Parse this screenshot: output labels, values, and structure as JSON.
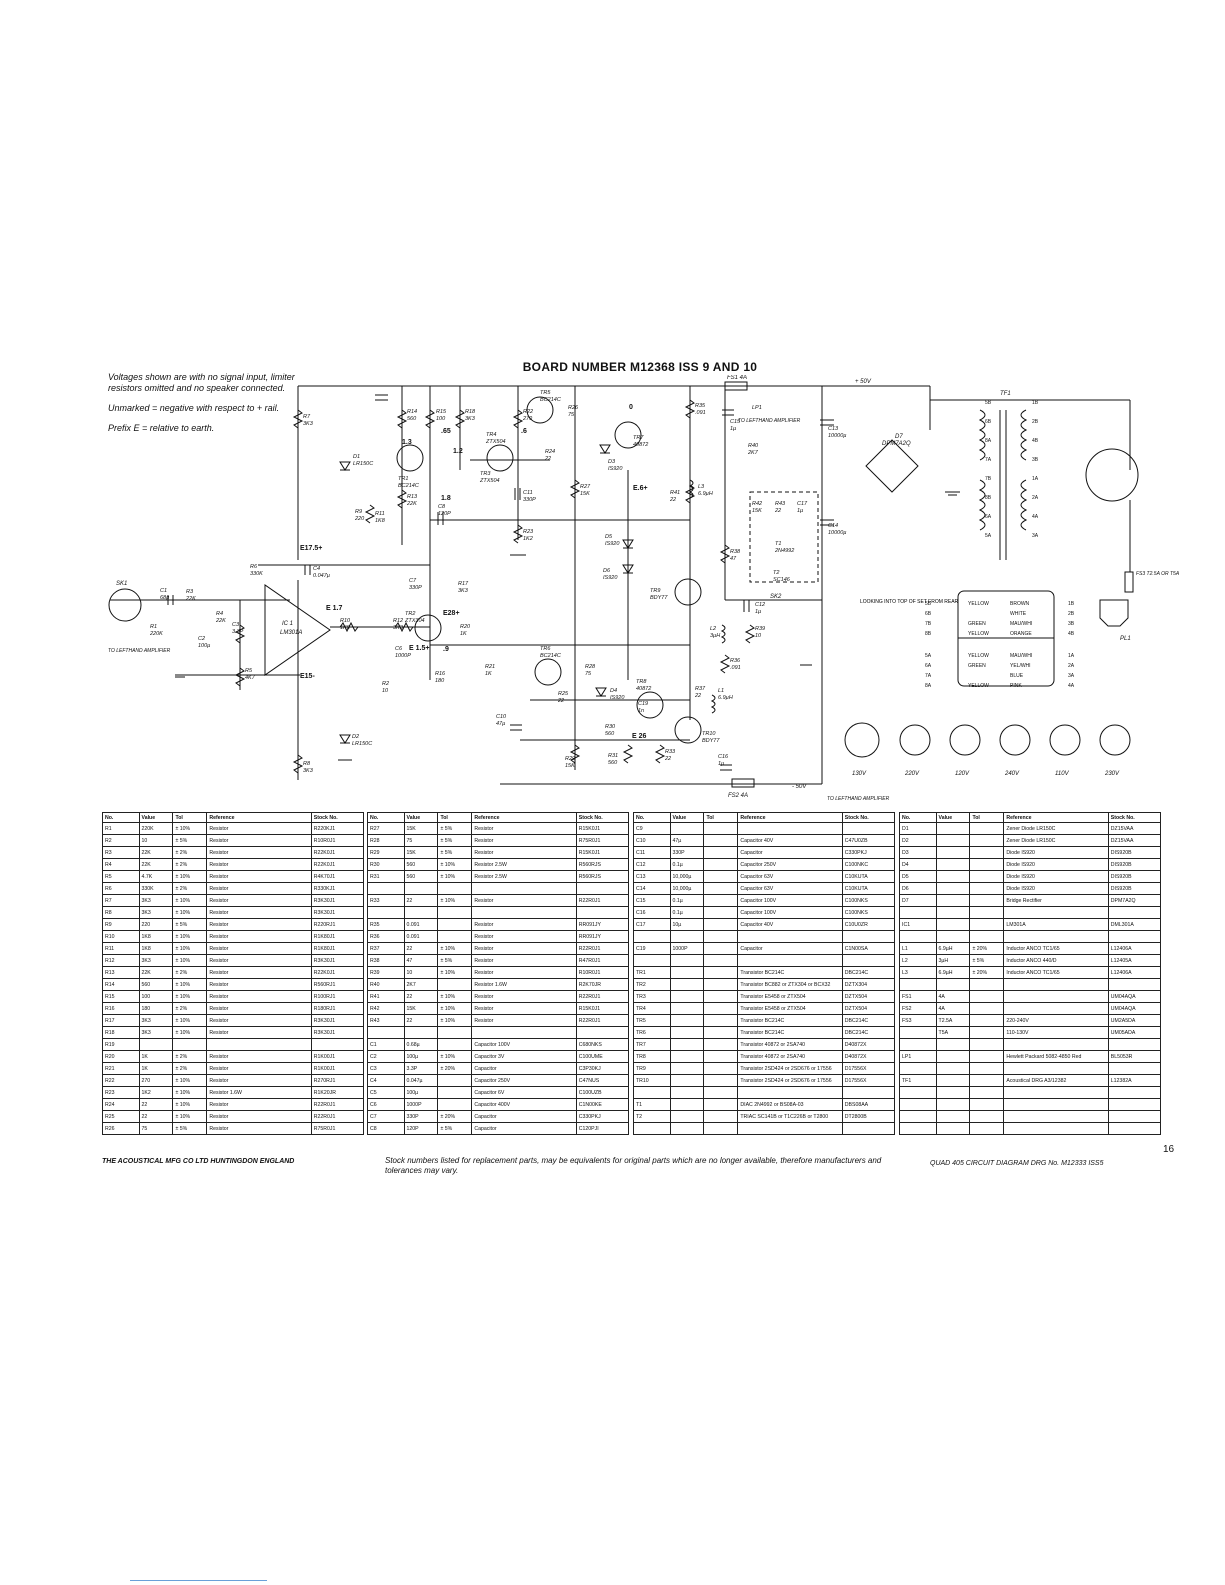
{
  "title": "BOARD NUMBER M12368 ISS 9 AND 10",
  "notes": [
    "Voltages shown are with no signal input, limiter resistors omitted and no speaker connected.",
    "Unmarked = negative with respect to + rail.",
    "Prefix E = relative to earth."
  ],
  "rails": {
    "pos": "+ 50V",
    "neg": "- 50V",
    "to_left_top": "TO LEFTHAND AMPLIFIER",
    "to_left_bottom": "TO LEFTHAND AMPLIFIER",
    "to_left_input": "TO LEFTHAND AMPLIFIER",
    "fs1": "FS1 4A",
    "fs2": "FS2 4A",
    "fs3": "FS3 T2.5A OR T5A"
  },
  "labels": {
    "sk1": "SK1",
    "sk2": "SK2",
    "ic1": "IC 1",
    "ic1_part": "LM301A",
    "tf1": "TF1",
    "pl1": "PL1",
    "d7": "D7",
    "d7_part": "DPM7A2Q",
    "e175": "E17.5+",
    "e15": "E15-",
    "e28": "E28+",
    "e6": "E.6+",
    "e26": "E 26",
    "e17": "E 1.7",
    "e15b": "E 1.5+",
    "v13": "1.3",
    "v65": ".65",
    "v12": "1.2",
    "v6": ".6",
    "v0": "0",
    "v18": "1.8",
    "v9": ".9"
  },
  "components": [
    {
      "ref": "R7",
      "val": "3K3"
    },
    {
      "ref": "R14",
      "val": "560"
    },
    {
      "ref": "R15",
      "val": "100"
    },
    {
      "ref": "R18",
      "val": "3K3"
    },
    {
      "ref": "R22",
      "val": "270"
    },
    {
      "ref": "R26",
      "val": "75"
    },
    {
      "ref": "R35",
      "val": ".091"
    },
    {
      "ref": "TR1",
      "val": "BC214C"
    },
    {
      "ref": "TR4",
      "val": "ZTX504"
    },
    {
      "ref": "TR3",
      "val": "ZTX504"
    },
    {
      "ref": "TR5",
      "val": "BC214C"
    },
    {
      "ref": "TR7",
      "val": "40872"
    },
    {
      "ref": "R24",
      "val": "22"
    },
    {
      "ref": "D3",
      "val": "IS920"
    },
    {
      "ref": "R27",
      "val": "15K"
    },
    {
      "ref": "D1",
      "val": "LR150C"
    },
    {
      "ref": "R13",
      "val": "22K"
    },
    {
      "ref": "R9",
      "val": "220"
    },
    {
      "ref": "R11",
      "val": "1K8"
    },
    {
      "ref": "C8",
      "val": "120P"
    },
    {
      "ref": "C11",
      "val": "330P"
    },
    {
      "ref": "R23",
      "val": "1K2"
    },
    {
      "ref": "R41",
      "val": "22"
    },
    {
      "ref": "L3",
      "val": "6.9µH"
    },
    {
      "ref": "D5",
      "val": "IS920"
    },
    {
      "ref": "D6",
      "val": "IS920"
    },
    {
      "ref": "TR9",
      "val": "BDY77"
    },
    {
      "ref": "R38",
      "val": "47"
    },
    {
      "ref": "C7",
      "val": "330P"
    },
    {
      "ref": "R17",
      "val": "3K3"
    },
    {
      "ref": "TR2",
      "val": "ZTX304"
    },
    {
      "ref": "R6",
      "val": "330K"
    },
    {
      "ref": "C4",
      "val": "0.047µ"
    },
    {
      "ref": "R1",
      "val": "220K"
    },
    {
      "ref": "C1",
      "val": "68µ"
    },
    {
      "ref": "R3",
      "val": "22K"
    },
    {
      "ref": "R4",
      "val": "22K"
    },
    {
      "ref": "C3",
      "val": "3.3P"
    },
    {
      "ref": "C2",
      "val": "100µ"
    },
    {
      "ref": "R5",
      "val": "4K7"
    },
    {
      "ref": "R10",
      "val": "1K8"
    },
    {
      "ref": "R12",
      "val": "3K3"
    },
    {
      "ref": "R20",
      "val": "1K"
    },
    {
      "ref": "R21",
      "val": "1K"
    },
    {
      "ref": "C6",
      "val": "1000P"
    },
    {
      "ref": "R16",
      "val": "180"
    },
    {
      "ref": "R2",
      "val": "10"
    },
    {
      "ref": "TR6",
      "val": "BC214C"
    },
    {
      "ref": "R28",
      "val": "75"
    },
    {
      "ref": "R25",
      "val": "22"
    },
    {
      "ref": "D4",
      "val": "IS920"
    },
    {
      "ref": "TR8",
      "val": "40872"
    },
    {
      "ref": "C19",
      "val": "1n"
    },
    {
      "ref": "R37",
      "val": "22"
    },
    {
      "ref": "L1",
      "val": "6.9µH"
    },
    {
      "ref": "TR10",
      "val": "BDY77"
    },
    {
      "ref": "R30",
      "val": "560"
    },
    {
      "ref": "R31",
      "val": "560"
    },
    {
      "ref": "R29",
      "val": "15K"
    },
    {
      "ref": "R33",
      "val": "22"
    },
    {
      "ref": "C10",
      "val": "47µ"
    },
    {
      "ref": "C16",
      "val": "1µ"
    },
    {
      "ref": "D2",
      "val": "LR150C"
    },
    {
      "ref": "R8",
      "val": "3K3"
    },
    {
      "ref": "R36",
      "val": ".091"
    },
    {
      "ref": "L2",
      "val": "3µH"
    },
    {
      "ref": "R39",
      "val": "10"
    },
    {
      "ref": "C12",
      "val": "1µ"
    },
    {
      "ref": "LP1",
      "val": ""
    },
    {
      "ref": "R40",
      "val": "2K7"
    },
    {
      "ref": "C15",
      "val": "1µ"
    },
    {
      "ref": "C13",
      "val": "10000µ"
    },
    {
      "ref": "C14",
      "val": "10000µ"
    },
    {
      "ref": "T1",
      "val": "2N4992"
    },
    {
      "ref": "T2",
      "val": "SC146"
    },
    {
      "ref": "R42",
      "val": "15K"
    },
    {
      "ref": "R43",
      "val": "22"
    },
    {
      "ref": "C17",
      "val": "1µ"
    }
  ],
  "transformer": {
    "heading": "LOOKING INTO TOP OF SET FROM REAR",
    "rows": [
      {
        "l": "5B",
        "c1": "YELLOW",
        "c2": "BROWN",
        "r": "1B"
      },
      {
        "l": "6B",
        "c1": "",
        "c2": "WHITE",
        "r": "2B"
      },
      {
        "l": "7B",
        "c1": "GREEN",
        "c2": "MAU/WHI",
        "r": "3B"
      },
      {
        "l": "8B",
        "c1": "YELLOW",
        "c2": "ORANGE",
        "r": "4B"
      },
      {
        "l": "5A",
        "c1": "YELLOW",
        "c2": "MAU/WHI",
        "r": "1A"
      },
      {
        "l": "6A",
        "c1": "GREEN",
        "c2": "YEL/WHI",
        "r": "2A"
      },
      {
        "l": "7A",
        "c1": "",
        "c2": "BLUE",
        "r": "3A"
      },
      {
        "l": "8A",
        "c1": "YELLOW",
        "c2": "PINK",
        "r": "4A"
      }
    ],
    "taps_left": [
      "5B",
      "6B",
      "8A",
      "7A",
      "7B",
      "8B",
      "6A",
      "5A"
    ],
    "taps_right": [
      "1B",
      "2B",
      "4B",
      "3B",
      "1A",
      "2A",
      "4A",
      "3A"
    ]
  },
  "voltage_selectors": [
    "130V",
    "220V",
    "120V",
    "240V",
    "110V",
    "230V"
  ],
  "table1": {
    "headers": [
      "No.",
      "Value",
      "Tol",
      "Reference",
      "Stock No."
    ],
    "rows": [
      [
        "R1",
        "220K",
        "± 10%",
        "Resistor",
        "R220KJ1"
      ],
      [
        "R2",
        "10",
        "± 5%",
        "Resistor",
        "R10R0J1"
      ],
      [
        "R3",
        "22K",
        "± 2%",
        "Resistor",
        "R22K0J1"
      ],
      [
        "R4",
        "22K",
        "± 2%",
        "Resistor",
        "R22K0J1"
      ],
      [
        "R5",
        "4.7K",
        "± 10%",
        "Resistor",
        "R4K70J1"
      ],
      [
        "R6",
        "330K",
        "± 2%",
        "Resistor",
        "R330KJ1"
      ],
      [
        "R7",
        "3K3",
        "± 10%",
        "Resistor",
        "R3K30J1"
      ],
      [
        "R8",
        "3K3",
        "± 10%",
        "Resistor",
        "R3K30J1"
      ],
      [
        "R9",
        "220",
        "± 5%",
        "Resistor",
        "R220RJ1"
      ],
      [
        "R10",
        "1K8",
        "± 10%",
        "Resistor",
        "R1K80J1"
      ],
      [
        "R11",
        "1K8",
        "± 10%",
        "Resistor",
        "R1K80J1"
      ],
      [
        "R12",
        "3K3",
        "± 10%",
        "Resistor",
        "R3K30J1"
      ],
      [
        "R13",
        "22K",
        "± 2%",
        "Resistor",
        "R22K0J1"
      ],
      [
        "R14",
        "560",
        "± 10%",
        "Resistor",
        "R560RJ1"
      ],
      [
        "R15",
        "100",
        "± 10%",
        "Resistor",
        "R100RJ1"
      ],
      [
        "R16",
        "180",
        "± 2%",
        "Resistor",
        "R180RJ1"
      ],
      [
        "R17",
        "3K3",
        "± 10%",
        "Resistor",
        "R3K30J1"
      ],
      [
        "R18",
        "3K3",
        "± 10%",
        "Resistor",
        "R3K30J1"
      ],
      [
        "R19",
        "",
        "",
        "",
        ""
      ],
      [
        "R20",
        "1K",
        "± 2%",
        "Resistor",
        "R1K00J1"
      ],
      [
        "R21",
        "1K",
        "± 2%",
        "Resistor",
        "R1K00J1"
      ],
      [
        "R22",
        "270",
        "± 10%",
        "Resistor",
        "R270RJ1"
      ],
      [
        "R23",
        "1K2",
        "± 10%",
        "Resistor 1.6W",
        "R1K20JR"
      ],
      [
        "R24",
        "22",
        "± 10%",
        "Resistor",
        "R22R0J1"
      ],
      [
        "R25",
        "22",
        "± 10%",
        "Resistor",
        "R22R0J1"
      ],
      [
        "R26",
        "75",
        "± 5%",
        "Resistor",
        "R75R0J1"
      ]
    ]
  },
  "table2": {
    "headers": [
      "No.",
      "Value",
      "Tol",
      "Reference",
      "Stock No."
    ],
    "rows": [
      [
        "R27",
        "15K",
        "± 5%",
        "Resistor",
        "R15K0J1"
      ],
      [
        "R28",
        "75",
        "± 5%",
        "Resistor",
        "R75R0J1"
      ],
      [
        "R29",
        "15K",
        "± 5%",
        "Resistor",
        "R15K0J1"
      ],
      [
        "R30",
        "560",
        "± 10%",
        "Resistor 2.5W",
        "R560RJS"
      ],
      [
        "R31",
        "560",
        "± 10%",
        "Resistor 2.5W",
        "R560RJS"
      ],
      [
        "",
        "",
        "",
        "",
        ""
      ],
      [
        "R33",
        "22",
        "± 10%",
        "Resistor",
        "R22R0J1"
      ],
      [
        "",
        "",
        "",
        "",
        ""
      ],
      [
        "R35",
        "0.091",
        "",
        "Resistor",
        "RR091JY"
      ],
      [
        "R36",
        "0.091",
        "",
        "Resistor",
        "RR091JY"
      ],
      [
        "R37",
        "22",
        "± 10%",
        "Resistor",
        "R22R0J1"
      ],
      [
        "R38",
        "47",
        "± 5%",
        "Resistor",
        "R47R0J1"
      ],
      [
        "R39",
        "10",
        "± 10%",
        "Resistor",
        "R10R0J1"
      ],
      [
        "R40",
        "2K7",
        "",
        "Resistor 1.6W",
        "R2K70JR"
      ],
      [
        "R41",
        "22",
        "± 10%",
        "Resistor",
        "R22R0J1"
      ],
      [
        "R42",
        "15K",
        "± 10%",
        "Resistor",
        "R15K0J1"
      ],
      [
        "R43",
        "22",
        "± 10%",
        "Resistor",
        "R22R0J1"
      ],
      [
        "",
        "",
        "",
        "",
        ""
      ],
      [
        "C1",
        "0.68µ",
        "",
        "Capacitor 100V",
        "C680NKS"
      ],
      [
        "C2",
        "100µ",
        "± 10%",
        "Capacitor 3V",
        "C100UME"
      ],
      [
        "C3",
        "3.3P",
        "± 20%",
        "Capacitor",
        "C3P30KJ"
      ],
      [
        "C4",
        "0.047µ",
        "",
        "Capacitor 250V",
        "C47NUS"
      ],
      [
        "C5",
        "100µ",
        "",
        "Capacitor 6V",
        "C100UZB"
      ],
      [
        "C6",
        "1000P",
        "",
        "Capacitor 400V",
        "C1N00KE"
      ],
      [
        "C7",
        "330P",
        "± 20%",
        "Capacitor",
        "C330PKJ"
      ],
      [
        "C8",
        "120P",
        "± 5%",
        "Capacitor",
        "C120PJI"
      ]
    ]
  },
  "table3": {
    "headers": [
      "No.",
      "Value",
      "Tol",
      "Reference",
      "Stock No."
    ],
    "rows": [
      [
        "C9",
        "",
        "",
        "",
        ""
      ],
      [
        "C10",
        "47µ",
        "",
        "Capacitor 40V",
        "C47U0ZB"
      ],
      [
        "C11",
        "330P",
        "",
        "Capacitor",
        "C330PKJ"
      ],
      [
        "C12",
        "0.1µ",
        "",
        "Capacitor 250V",
        "C100NKC"
      ],
      [
        "C13",
        "10,000µ",
        "",
        "Capacitor 63V",
        "C10KUTA"
      ],
      [
        "C14",
        "10,000µ",
        "",
        "Capacitor 63V",
        "C10KUTA"
      ],
      [
        "C15",
        "0.1µ",
        "",
        "Capacitor 100V",
        "C100NKS"
      ],
      [
        "C16",
        "0.1µ",
        "",
        "Capacitor 100V",
        "C100NKS"
      ],
      [
        "C17",
        "10µ",
        "",
        "Capacitor 40V",
        "C10U0ZR"
      ],
      [
        "",
        "",
        "",
        "",
        ""
      ],
      [
        "C19",
        "1000P",
        "",
        "Capacitor",
        "C1N00SA"
      ],
      [
        "",
        "",
        "",
        "",
        ""
      ],
      [
        "TR1",
        "",
        "",
        "Transistor BC214C",
        "DBC214C"
      ],
      [
        "TR2",
        "",
        "",
        "Transistor BC882 or ZTX304 or BCX32",
        "DZTX304"
      ],
      [
        "TR3",
        "",
        "",
        "Transistor E5458 or ZTX504",
        "DZTX504"
      ],
      [
        "TR4",
        "",
        "",
        "Transistor E5458 or ZTX504",
        "DZTX504"
      ],
      [
        "TR5",
        "",
        "",
        "Transistor BC214C",
        "DBC214C"
      ],
      [
        "TR6",
        "",
        "",
        "Transistor BC214C",
        "DBC214C"
      ],
      [
        "TR7",
        "",
        "",
        "Transistor 40872 or 2SA740",
        "D40872X"
      ],
      [
        "TR8",
        "",
        "",
        "Transistor 40872 or 2SA740",
        "D40872X"
      ],
      [
        "TR9",
        "",
        "",
        "Transistor 2SD424 or 2SD676 or 17556",
        "D17556X"
      ],
      [
        "TR10",
        "",
        "",
        "Transistor 2SD424 or 2SD676 or 17556",
        "D17556X"
      ],
      [
        "",
        "",
        "",
        "",
        ""
      ],
      [
        "T1",
        "",
        "",
        "DIAC 2N4992 or BS08A-03",
        "DBS08AA"
      ],
      [
        "T2",
        "",
        "",
        "TRIAC SC141B or T1C226B or T2800",
        "DT2800B"
      ],
      [
        "",
        "",
        "",
        "",
        ""
      ]
    ]
  },
  "table4": {
    "headers": [
      "No.",
      "Value",
      "Tol",
      "Reference",
      "Stock No."
    ],
    "rows": [
      [
        "D1",
        "",
        "",
        "Zener Diode LR150C",
        "DZ15VAA"
      ],
      [
        "D2",
        "",
        "",
        "Zener Diode LR150C",
        "DZ15VAA"
      ],
      [
        "D3",
        "",
        "",
        "Diode IS920",
        "DIS920B"
      ],
      [
        "D4",
        "",
        "",
        "Diode IS920",
        "DIS920B"
      ],
      [
        "D5",
        "",
        "",
        "Diode IS920",
        "DIS920B"
      ],
      [
        "D6",
        "",
        "",
        "Diode IS920",
        "DIS920B"
      ],
      [
        "D7",
        "",
        "",
        "Bridge Rectifier",
        "DPM7A2Q"
      ],
      [
        "",
        "",
        "",
        "",
        ""
      ],
      [
        "IC1",
        "",
        "",
        "LM301A",
        "DML301A"
      ],
      [
        "",
        "",
        "",
        "",
        ""
      ],
      [
        "L1",
        "6.9µH",
        "± 20%",
        "Inductor ANCO TC1/65",
        "L12406A"
      ],
      [
        "L2",
        "3µH",
        "± 5%",
        "Inductor ANCO 440/D",
        "L12405A"
      ],
      [
        "L3",
        "6.9µH",
        "± 20%",
        "Inductor ANCO TC1/65",
        "L12406A"
      ],
      [
        "",
        "",
        "",
        "",
        ""
      ],
      [
        "FS1",
        "4A",
        "",
        "",
        "UM04AQA"
      ],
      [
        "FS2",
        "4A",
        "",
        "",
        "UM04AQA"
      ],
      [
        "FS3",
        "T2.5A",
        "",
        "220-240V",
        "UM2A5DA"
      ],
      [
        "",
        "T5A",
        "",
        "110-130V",
        "UM05ADA"
      ],
      [
        "",
        "",
        "",
        "",
        ""
      ],
      [
        "LP1",
        "",
        "",
        "Hewlett Packard 5082-4850 Red",
        "BL5053R"
      ],
      [
        "",
        "",
        "",
        "",
        ""
      ],
      [
        "TF1",
        "",
        "",
        "Acoustical DRG A3/12382",
        "L12382A"
      ],
      [
        "",
        "",
        "",
        "",
        ""
      ],
      [
        "",
        "",
        "",
        "",
        ""
      ],
      [
        "",
        "",
        "",
        "",
        ""
      ],
      [
        "",
        "",
        "",
        "",
        ""
      ]
    ]
  },
  "footer": {
    "left": "THE ACOUSTICAL MFG CO LTD HUNTINGDON ENGLAND",
    "middle": "Stock numbers listed for replacement parts, may be equivalents for original parts which are no longer available, therefore manufacturers and tolerances may vary.",
    "right": "QUAD 405 CIRCUIT DIAGRAM DRG No. M12333 ISS5",
    "page": "16"
  }
}
